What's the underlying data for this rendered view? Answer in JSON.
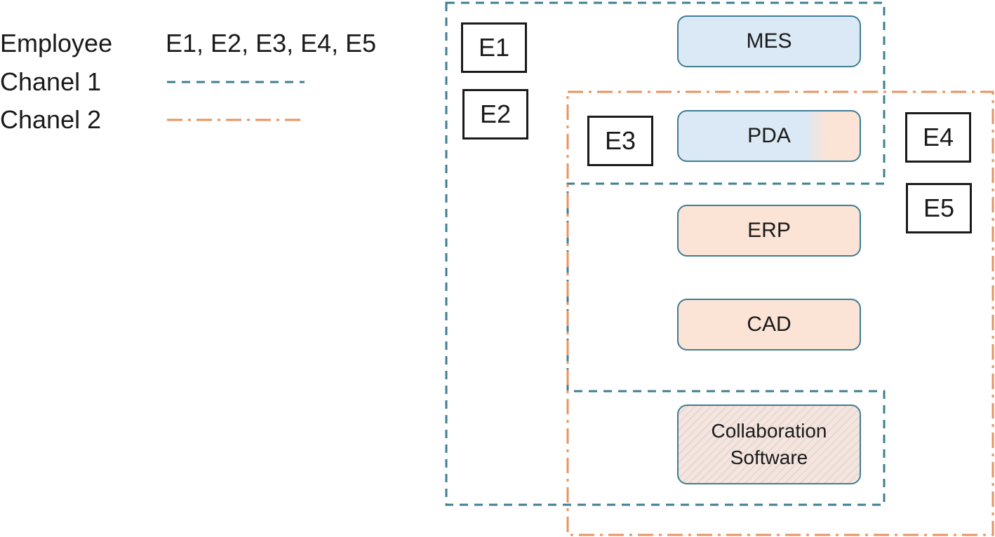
{
  "legend": {
    "employee_label": "Employee",
    "employee_value": "E1, E2, E3, E4, E5",
    "channel1_label": "Chanel 1",
    "channel2_label": "Chanel 2"
  },
  "colors": {
    "channel1": "#3f7d94",
    "channel2": "#e8935e",
    "system_blue": "#dbe8f5",
    "system_orange": "#fbe3d5"
  },
  "employees": [
    "E1",
    "E2",
    "E3",
    "E4",
    "E5"
  ],
  "systems": {
    "mes": "MES",
    "pda": "PDA",
    "erp": "ERP",
    "cad": "CAD",
    "collab_line1": "Collaboration",
    "collab_line2": "Software"
  }
}
